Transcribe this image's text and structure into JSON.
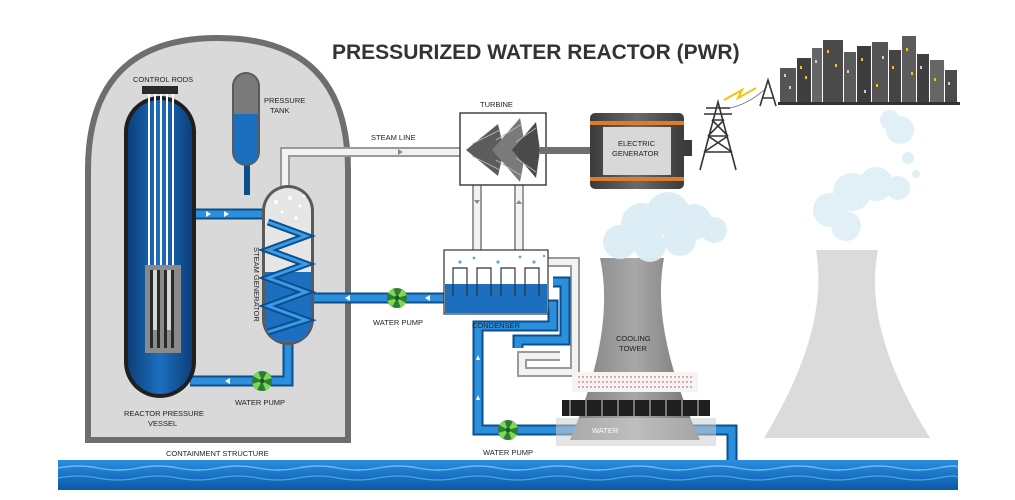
{
  "title": "PRESSURIZED WATER REACTOR (PWR)",
  "labels": {
    "control_rods": "CONTROL RODS",
    "pressure_tank_1": "PRESSURE",
    "pressure_tank_2": "TANK",
    "steam_line": "STEAM LINE",
    "turbine": "TURBINE",
    "electric_generator_1": "ELECTRIC",
    "electric_generator_2": "GENERATOR",
    "steam_generator": "STEAM GENERATOR",
    "water_pump_mid": "WATER PUMP",
    "condenser": "CONDENSER",
    "cooling_tower_1": "COOLING",
    "cooling_tower_2": "TOWER",
    "water_pump_left": "WATER PUMP",
    "reactor_vessel_1": "REACTOR  PRESSURE",
    "reactor_vessel_2": "VESSEL",
    "water": "WATER",
    "water_pump_bottom": "WATER PUMP",
    "containment": "CONTAINMENT STRUCTURE"
  },
  "colors": {
    "water_dark": "#0b4f8f",
    "water_light": "#2b8fdc",
    "steam": "#9a9a9a",
    "containment": "#d9d9d9",
    "generator_accent": "#e07a2e",
    "pump": "#3aa84a",
    "sea": "#1a7fd6"
  }
}
